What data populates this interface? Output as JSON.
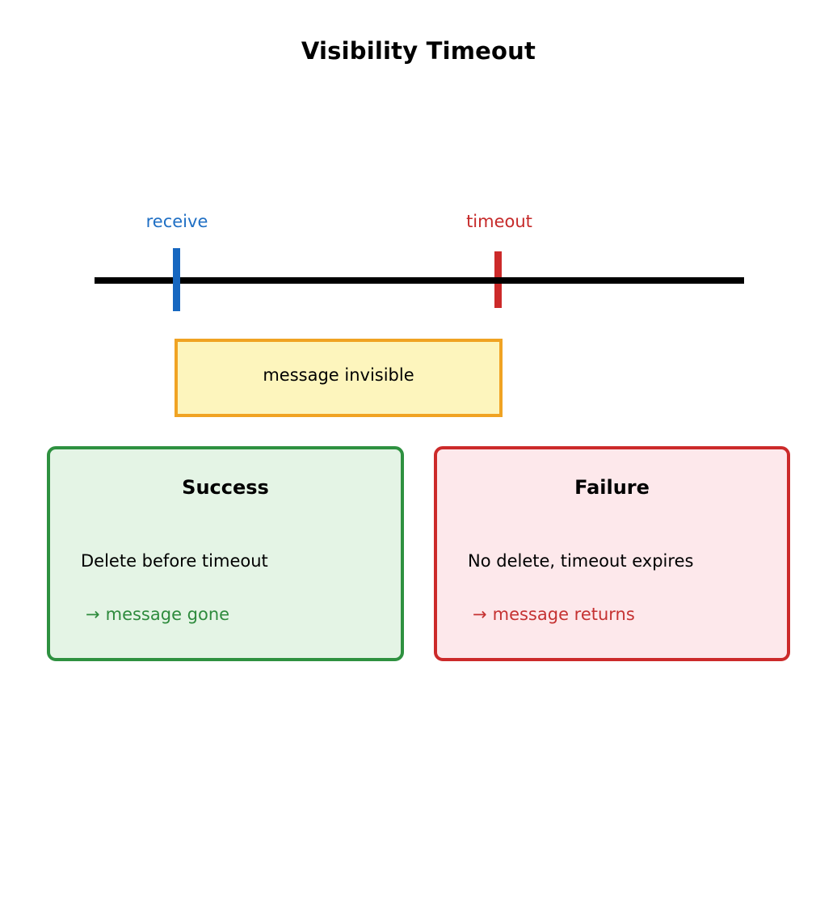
{
  "title": "Visibility Timeout",
  "timeline": {
    "markers": [
      {
        "id": "receive",
        "label": "receive",
        "color": "#1f6fc4"
      },
      {
        "id": "timeout",
        "label": "timeout",
        "color": "#c62a2a"
      }
    ],
    "axis_color": "#000000",
    "window": {
      "label": "message invisible",
      "fill": "#fdf5bd",
      "border": "#f0a323"
    }
  },
  "outcomes": [
    {
      "id": "success",
      "title": "Success",
      "detail": "Delete before timeout",
      "arrow": "→",
      "result": "message gone",
      "fill": "#e4f4e5",
      "border": "#2e9140",
      "result_color": "#2e8b3d"
    },
    {
      "id": "failure",
      "title": "Failure",
      "detail": "No delete, timeout expires",
      "arrow": "→",
      "result": "message returns",
      "fill": "#fde8eb",
      "border": "#cc2a2a",
      "result_color": "#c53232"
    }
  ]
}
